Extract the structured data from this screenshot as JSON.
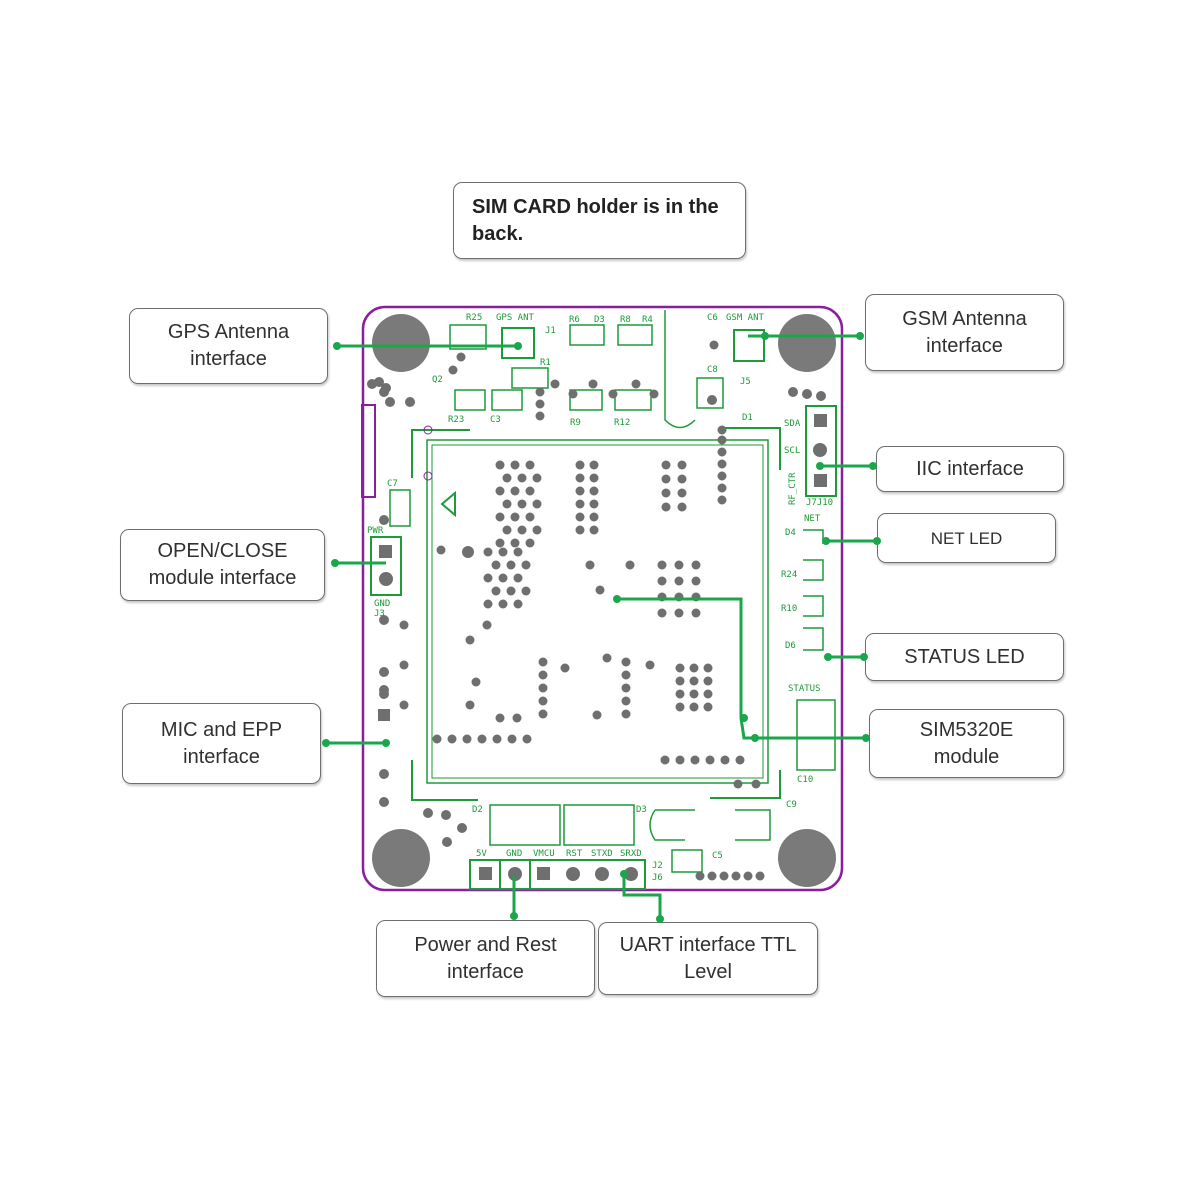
{
  "callouts": {
    "sim_note": "SIM CARD holder is in the back.",
    "gps_antenna": "GPS Antenna\ninterface",
    "gsm_antenna": "GSM Antenna\ninterface",
    "iic": "IIC interface",
    "net_led": "NET LED",
    "open_close": "OPEN/CLOSE\nmodule interface",
    "status_led": "STATUS LED",
    "mic_epp": "MIC and EPP\ninterface",
    "sim5320e": "SIM5320E\nmodule",
    "power_rest": "Power and Rest\ninterface",
    "uart": "UART interface TTL\nLevel"
  },
  "silkscreen": {
    "r25": "R25",
    "gps_ant": "GPS ANT",
    "j1": "J1",
    "r6": "R6",
    "d3a": "D3",
    "r8": "R8",
    "r4": "R4",
    "c6": "C6",
    "gsm_ant": "GSM ANT",
    "r1": "R1",
    "q2": "Q2",
    "c8": "C8",
    "j5": "J5",
    "r23": "R23",
    "c3": "C3",
    "r9": "R9",
    "r12": "R12",
    "d1": "D1",
    "sda": "SDA",
    "scl": "SCL",
    "rf_ctr": "RF_CTR",
    "j7j10": "J7J10",
    "c7": "C7",
    "pwr": "PWR",
    "gnd_j3": "GND",
    "j3": "J3",
    "net": "NET",
    "d4": "D4",
    "r24": "R24",
    "r10": "R10",
    "d6": "D6",
    "status": "STATUS",
    "c10": "C10",
    "c9": "C9",
    "d2": "D2",
    "d3b": "D3",
    "c5": "C5",
    "pin_5v": "5V",
    "pin_gnd": "GND",
    "pin_vmcu": "VMCU",
    "pin_rst": "RST",
    "pin_stxd": "STXD",
    "pin_srxd": "SRXD",
    "j2": "J2",
    "j6": "J6"
  },
  "colors": {
    "board_outline": "#8a1f9c",
    "silkscreen": "#1e9a3a",
    "connector_line": "#1aa64a",
    "mount_hole": "#7a7a7a",
    "via": "#6f6f6f"
  }
}
